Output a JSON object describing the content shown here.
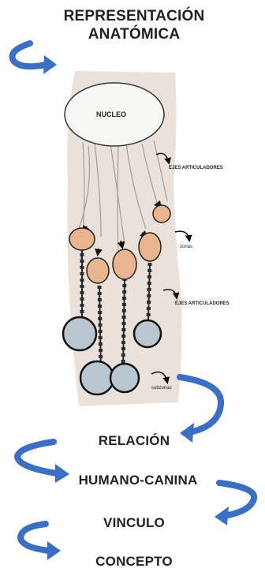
{
  "title": {
    "line1": "REPRESENTACIÓN",
    "line2": "ANATÓMICA"
  },
  "diagram": {
    "nucleus_label": "NUCLEO",
    "axes_label_1": "EJES ARTICULADORES",
    "zones_label": "zonas",
    "axes_label_2": "EJES ARTICULADORES",
    "subzones_label": "subzonas"
  },
  "steps": [
    "RELACIÓN",
    "HUMANO-CANINA",
    "VINCULO",
    "CONCEPTO"
  ],
  "colors": {
    "arrow_blue": "#3a6fc4",
    "zone_fill": "#e8b58f",
    "subzone_fill": "#b9c6cf",
    "bone_tint": "#d9c9bd"
  }
}
